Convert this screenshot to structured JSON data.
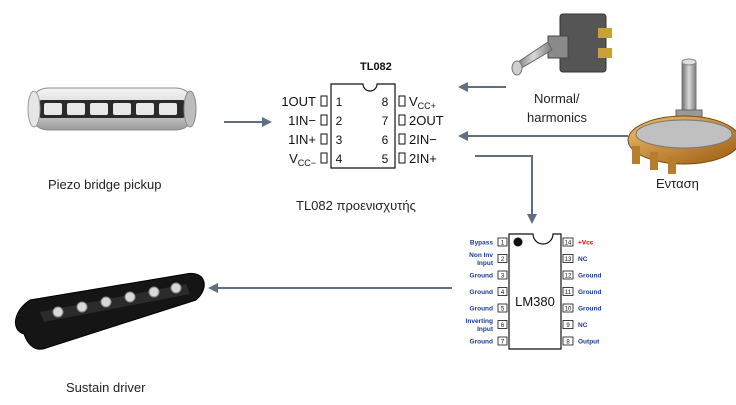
{
  "components": {
    "piezo": {
      "label": "Piezo bridge pickup"
    },
    "preamp": {
      "chip_title": "TL082",
      "caption": "TL082 προενισχυτής",
      "left_pins": [
        {
          "num": "1",
          "name": "1OUT"
        },
        {
          "num": "2",
          "name": "1IN−"
        },
        {
          "num": "3",
          "name": "1IN+"
        },
        {
          "num": "4",
          "name": "VCC−",
          "base": "V",
          "sub": "CC−"
        }
      ],
      "right_pins": [
        {
          "num": "8",
          "name": "VCC+",
          "base": "V",
          "sub": "CC+"
        },
        {
          "num": "7",
          "name": "2OUT"
        },
        {
          "num": "6",
          "name": "2IN−"
        },
        {
          "num": "5",
          "name": "2IN+"
        }
      ]
    },
    "switch": {
      "label_line1": "Normal/",
      "label_line2": "harmonics"
    },
    "volume": {
      "label": "Ενταση"
    },
    "amp": {
      "chip_title": "LM380",
      "left_pins": [
        {
          "num": "1",
          "lines": [
            "Bypass"
          ]
        },
        {
          "num": "2",
          "lines": [
            "Non Inv",
            "Input"
          ]
        },
        {
          "num": "3",
          "lines": [
            "Ground"
          ]
        },
        {
          "num": "4",
          "lines": [
            "Ground"
          ]
        },
        {
          "num": "5",
          "lines": [
            "Ground"
          ]
        },
        {
          "num": "6",
          "lines": [
            "Inverting",
            "Input"
          ]
        },
        {
          "num": "7",
          "lines": [
            "Ground"
          ]
        }
      ],
      "right_pins": [
        {
          "num": "14",
          "lines": [
            "+Vcc"
          ],
          "color": "#d40000"
        },
        {
          "num": "13",
          "lines": [
            "NC"
          ]
        },
        {
          "num": "12",
          "lines": [
            "Ground"
          ]
        },
        {
          "num": "11",
          "lines": [
            "Ground"
          ]
        },
        {
          "num": "10",
          "lines": [
            "Ground"
          ]
        },
        {
          "num": "9",
          "lines": [
            "NC"
          ]
        },
        {
          "num": "8",
          "lines": [
            "Output"
          ]
        }
      ]
    },
    "driver": {
      "label": "Sustain driver"
    }
  },
  "colors": {
    "arrow": "#5f6f80",
    "pin_label": "#1a3a8c",
    "chip_outline": "#111111"
  }
}
